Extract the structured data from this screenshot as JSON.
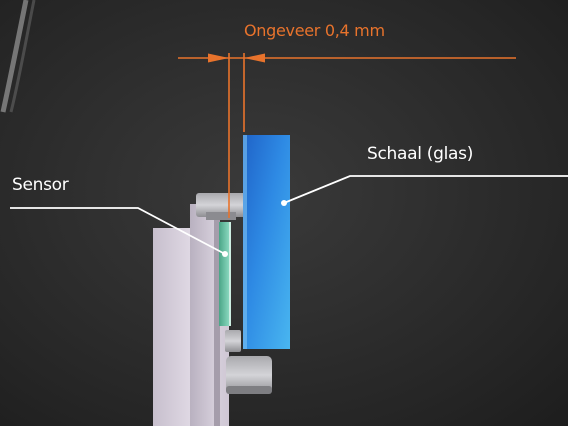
{
  "labels": {
    "gap": "Ongeveer 0,4 mm",
    "scale": "Schaal (glas)",
    "sensor": "Sensor"
  },
  "colors": {
    "accent": "#e8732c",
    "label_text": "#ffffff",
    "leader_line": "#ffffff",
    "scale_glass": "#2f8fe0",
    "sensor_strip": "#5fb89a",
    "housing": "#d8d0dc",
    "background": "#2a2a2a"
  }
}
